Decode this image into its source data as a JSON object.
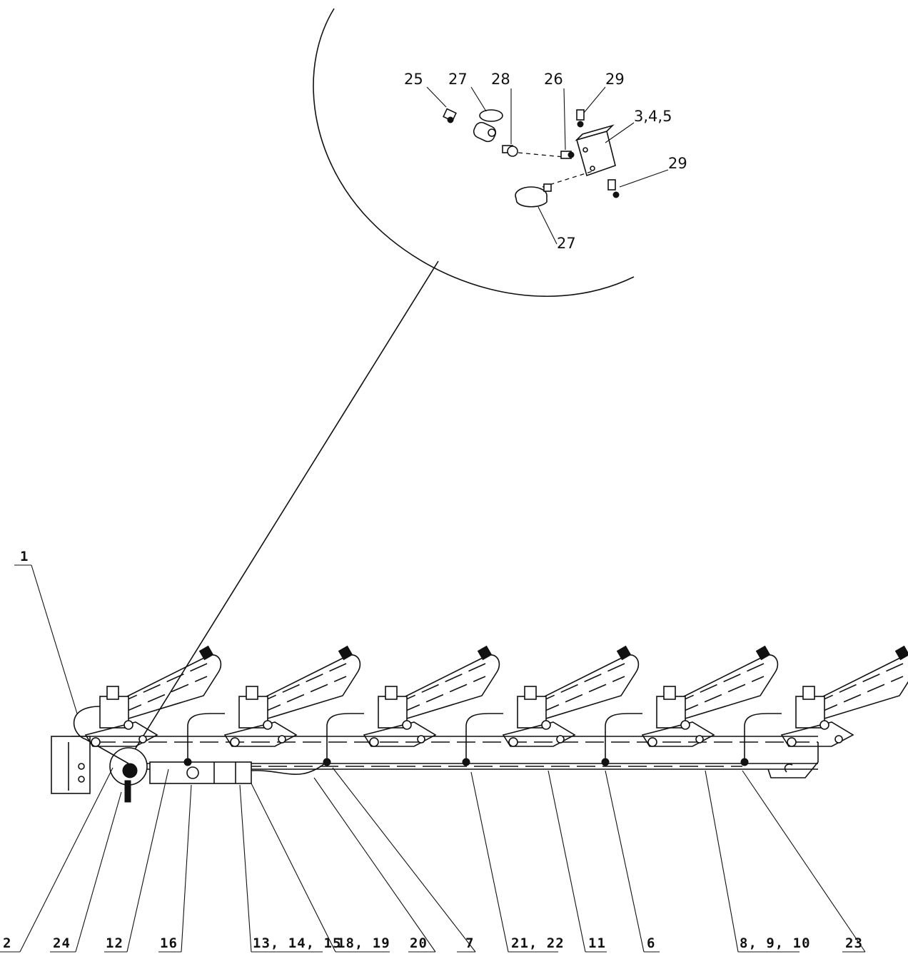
{
  "detail_callouts": [
    "25",
    "27",
    "28",
    "26",
    "29",
    "3,4,5",
    "29",
    "27"
  ],
  "assembly_callouts": [
    "1",
    "2",
    "24",
    "12",
    "16",
    "13, 14, 15",
    "18, 19",
    "20",
    "7",
    "21, 22",
    "11",
    "6",
    "8, 9, 10",
    "23"
  ],
  "icons": {
    "sprayer_unit": "sprayer-unit-icon",
    "fitting": "fitting-icon",
    "gauge": "pressure-gauge-icon",
    "manifold": "manifold-block-icon"
  }
}
